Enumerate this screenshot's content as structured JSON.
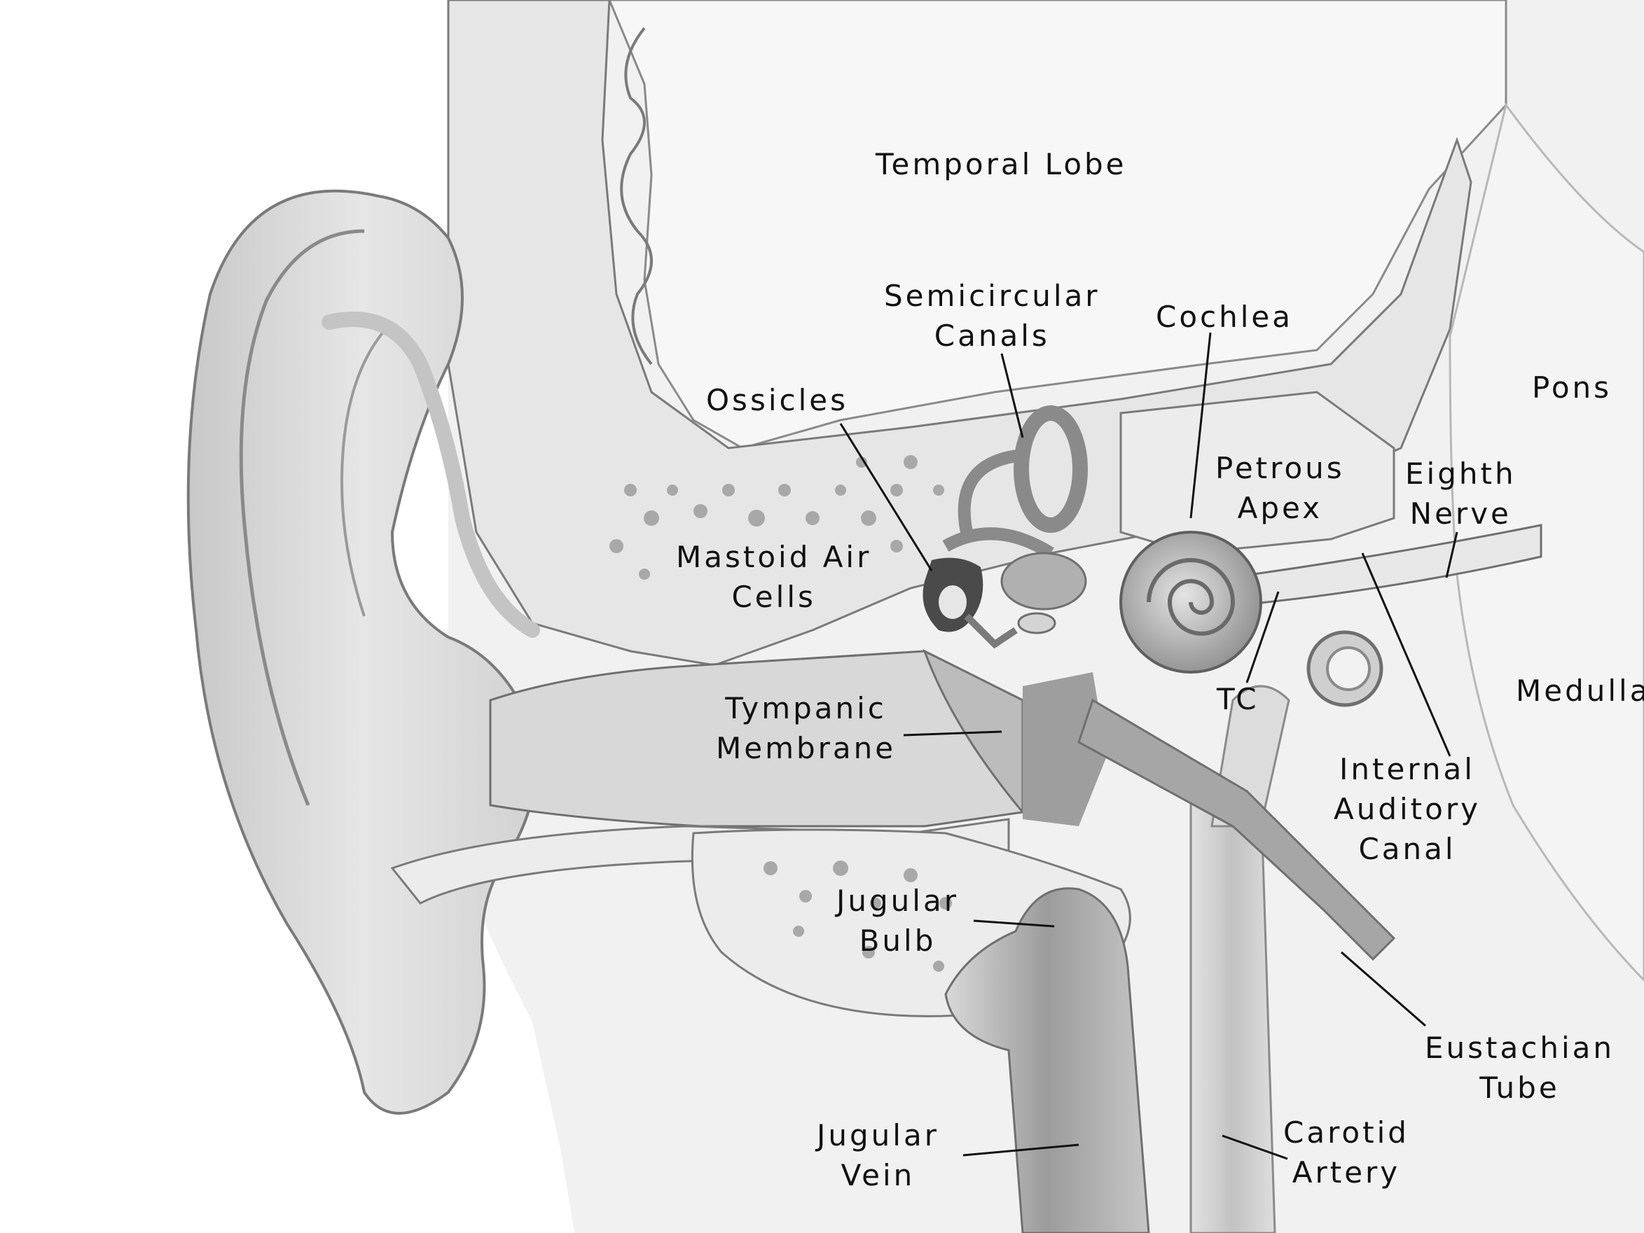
{
  "labels": {
    "temporal_lobe": "Temporal Lobe",
    "semicircular_canals": [
      "Semicircular",
      "Canals"
    ],
    "cochlea": "Cochlea",
    "pons": "Pons",
    "ossicles": "Ossicles",
    "petrous_apex": [
      "Petrous",
      "Apex"
    ],
    "eighth_nerve": [
      "Eighth",
      "Nerve"
    ],
    "mastoid_air_cells": [
      "Mastoid Air",
      "Cells"
    ],
    "tc": "TC",
    "medulla": "Medulla",
    "tympanic_membrane": [
      "Tympanic",
      "Membrane"
    ],
    "internal_auditory_canal": [
      "Internal",
      "Auditory",
      "Canal"
    ],
    "jugular_bulb": [
      "Jugular",
      "Bulb"
    ],
    "eustachian_tube": [
      "Eustachian",
      "Tube"
    ],
    "jugular_vein": [
      "Jugular",
      "Vein"
    ],
    "carotid_artery": [
      "Carotid",
      "Artery"
    ]
  },
  "colors": {
    "background": "#ffffff",
    "label_text": "#111111",
    "leader_line": "#111111",
    "outline": "#6f6f6f",
    "tissue_light": "#e4e4e4",
    "tissue_mid": "#bdbdbd",
    "tissue_dark": "#8a8a8a",
    "ossicle_dark": "#4a4a4a"
  }
}
